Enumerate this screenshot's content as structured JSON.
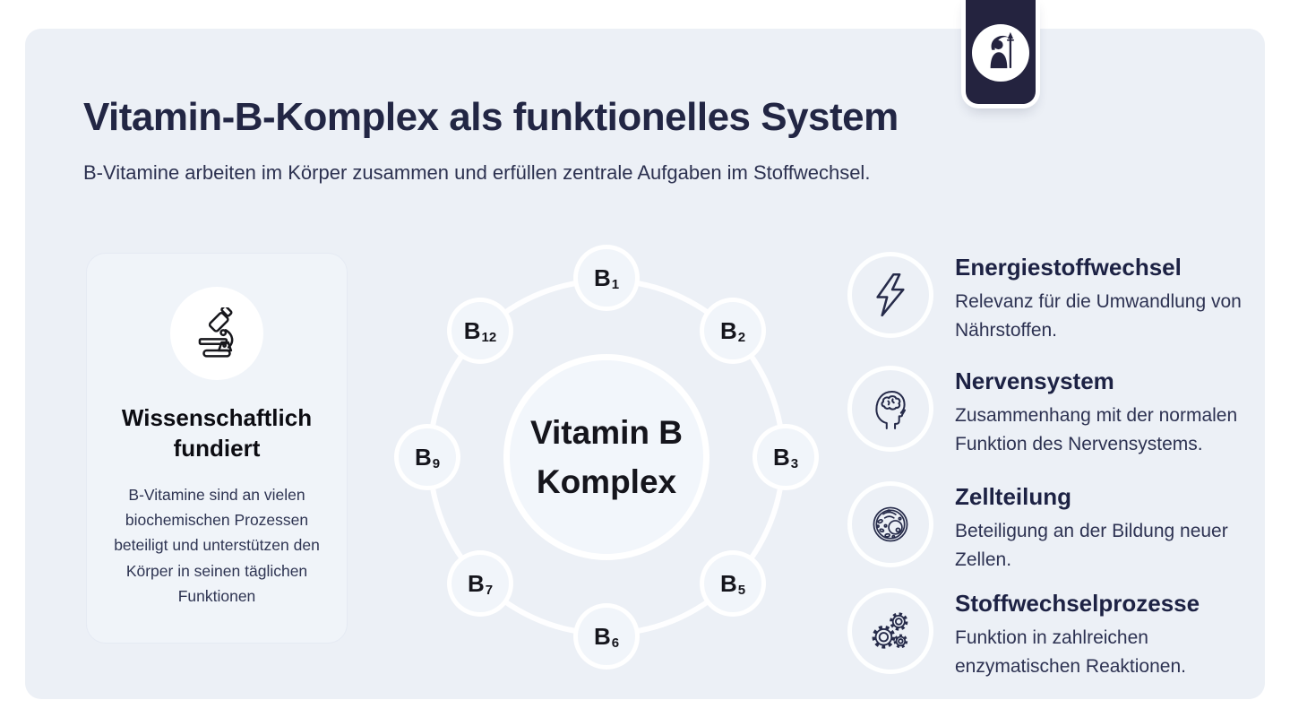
{
  "slide": {
    "title": "Vitamin-B-Komplex als funktionelles System",
    "subtitle": "B-Vitamine arbeiten im Körper zusammen und erfüllen zentrale Aufgaben im Stoffwechsel."
  },
  "brand": {
    "logo": "athena-figure-logo"
  },
  "left_card": {
    "icon": "microscope-icon",
    "heading": "Wissenschaftlich fundiert",
    "body": "B-Vitamine sind an vielen biochemischen Prozessen beteiligt und unterstützen den Körper in seinen täglichen Funktionen"
  },
  "diagram": {
    "center_line1": "Vitamin B",
    "center_line2": "Komplex",
    "nodes": [
      {
        "label": "B",
        "sub": "1"
      },
      {
        "label": "B",
        "sub": "2"
      },
      {
        "label": "B",
        "sub": "3"
      },
      {
        "label": "B",
        "sub": "5"
      },
      {
        "label": "B",
        "sub": "6"
      },
      {
        "label": "B",
        "sub": "7"
      },
      {
        "label": "B",
        "sub": "9"
      },
      {
        "label": "B",
        "sub": "12"
      }
    ]
  },
  "benefits": [
    {
      "icon": "lightning-icon",
      "heading": "Energiestoffwechsel",
      "body": "Relevanz für die Umwandlung von Nährstoffen."
    },
    {
      "icon": "head-brain-icon",
      "heading": "Nervensystem",
      "body": "Zusammenhang mit der normalen Funktion des Nervensystems."
    },
    {
      "icon": "cell-icon",
      "heading": "Zellteilung",
      "body": "Beteiligung an der Bildung neuer Zellen."
    },
    {
      "icon": "gears-icon",
      "heading": "Stoffwechselprozesse",
      "body": "Funktion in zahlreichen enzymatischen Reaktionen."
    }
  ],
  "colors": {
    "page_bg": "#ffffff",
    "card_bg": "#ecf0f6",
    "panel_bg": "#f0f4f9",
    "hub_bg": "#f2f6fb",
    "navy_title": "#222644",
    "body_text": "#2d3252",
    "near_black": "#101016",
    "tab_navy": "#24233f",
    "ring_white": "#ffffff"
  }
}
